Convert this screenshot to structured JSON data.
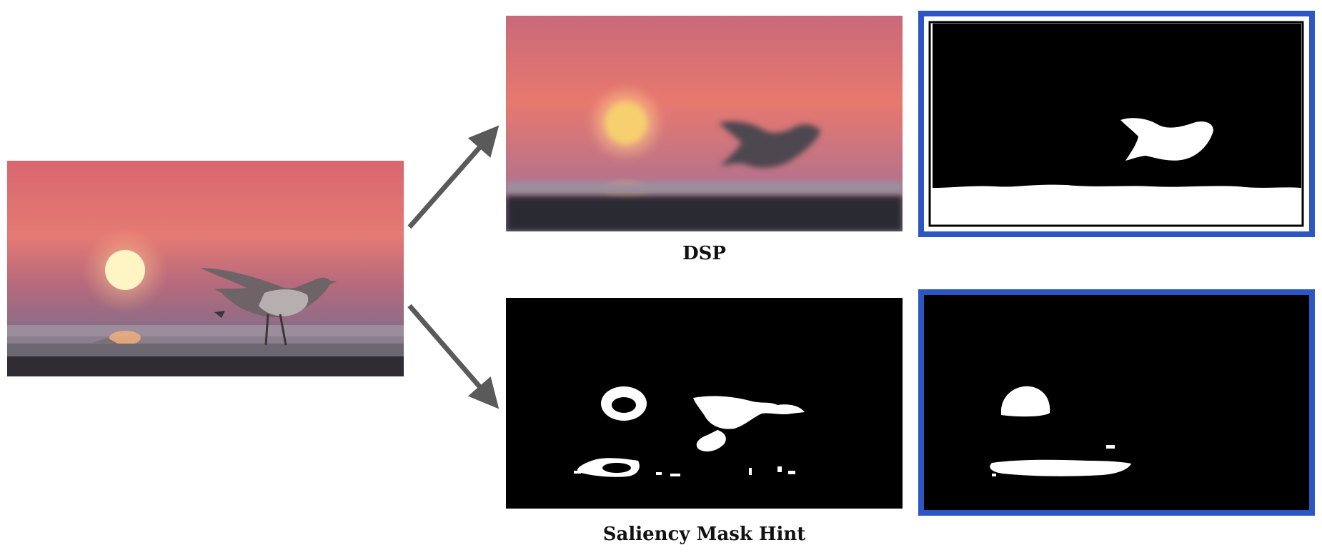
{
  "captions": {
    "top": "DSP",
    "bottom": "Saliency Mask Hint"
  },
  "colors": {
    "frame_border": "#2b56c4",
    "arrow": "#5a5a5a",
    "sky_top": "#d86a72",
    "sky_bottom": "#a36a7e",
    "sun": "#fff4c4"
  },
  "panels": {
    "input_image": "sunset-seagull-photo",
    "blurred_image": "sunset-seagull-blurred",
    "top_mask": "dsp-mask",
    "bottom_left_mask": "saliency-hint-mask",
    "bottom_right_mask": "refined-saliency-mask"
  }
}
